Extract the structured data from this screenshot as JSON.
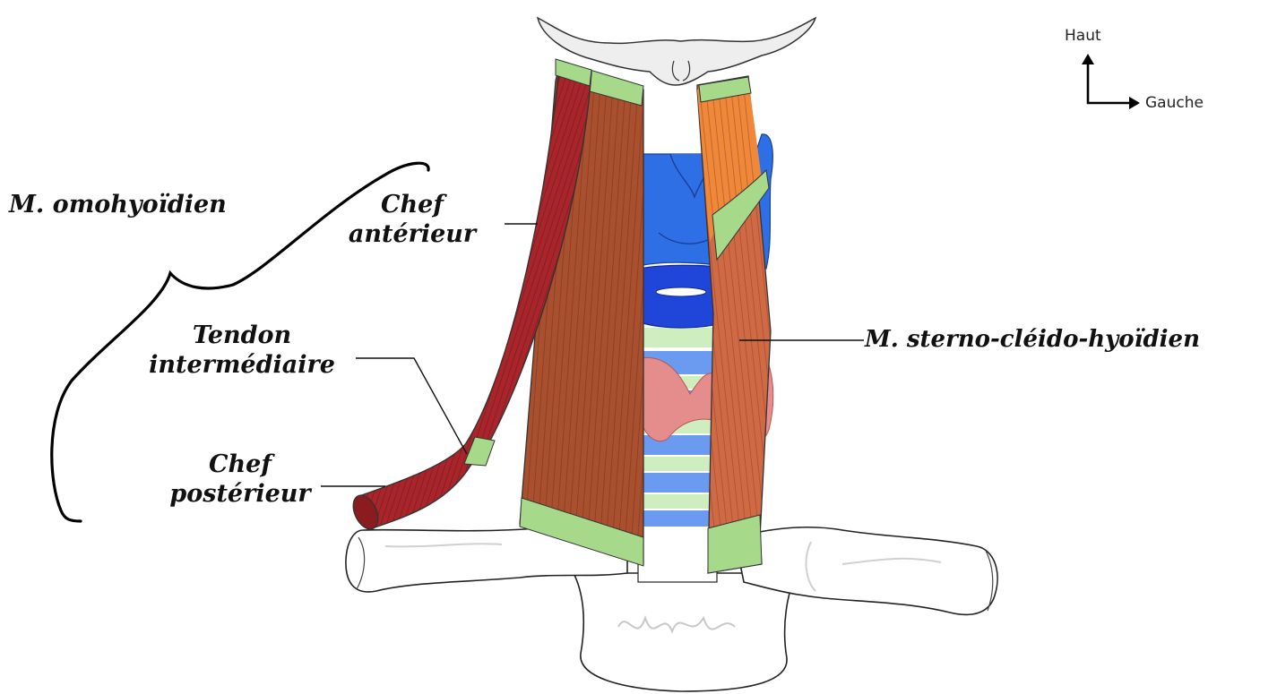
{
  "labels": {
    "omohyoid": "M. omohyoïdien",
    "chef_anterieur_1": "Chef",
    "chef_anterieur_2": "antérieur",
    "tendon_1": "Tendon",
    "tendon_2": "intermédiaire",
    "chef_posterieur_1": "Chef",
    "chef_posterieur_2": "postérieur",
    "sterno": "M. sterno-cléido-hyoïdien"
  },
  "orientation": {
    "up": "Haut",
    "left": "Gauche"
  },
  "colors": {
    "omohyoid_muscle": "#a8262b",
    "sternohyoid_right": "#a9502f",
    "sternohyoid_left": "#cf6a45",
    "sternohyoid_left_top": "#f0883a",
    "tendon": "#a6d98a",
    "thyroid_cartilage": "#2f6fe6",
    "cricoid": "#1f45d9",
    "tracheal_rings": "#6a9bf0",
    "ring_gaps": "#cfeec0",
    "thyroid_gland": "#e58c8c",
    "bone": "#eeeeee",
    "line": "#111111"
  }
}
